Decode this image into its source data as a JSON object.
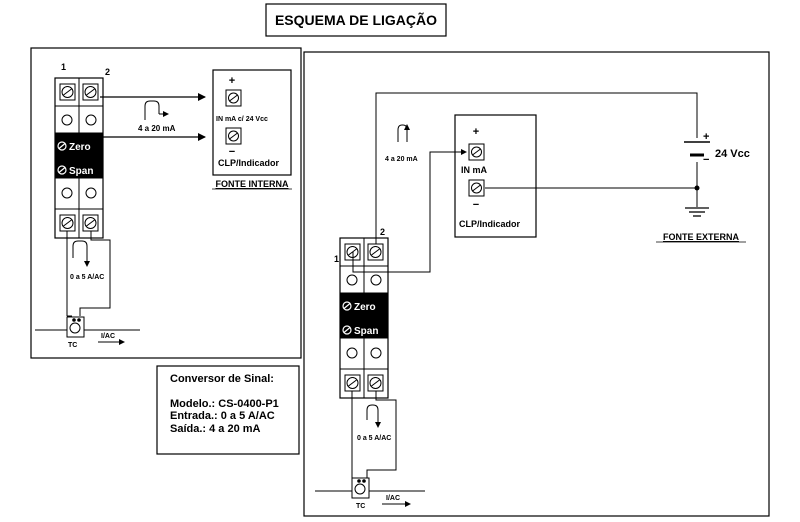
{
  "title": "ESQUEMA DE LIGAÇÃO",
  "terminals": {
    "t1": "1",
    "t2": "2"
  },
  "module": {
    "zero": "Zero",
    "span": "Span"
  },
  "internal": {
    "plus": "+",
    "input_label": "IN mA c/ 24 Vcc",
    "minus": "−",
    "device": "CLP/Indicador",
    "caption": "FONTE INTERNA",
    "out_current": "4 a 20 mA",
    "in_current": "0 a 5 A/AC",
    "tc_label": "TC",
    "iac_label": "I/AC"
  },
  "external": {
    "plus": "+",
    "input_label": "IN mA",
    "minus": "−",
    "device": "CLP/Indicador",
    "caption": "FONTE EXTERNA",
    "out_current": "4 a 20 mA",
    "supply_plus": "+",
    "supply_minus": "−",
    "supply": "24 Vcc",
    "in_current": "0 a 5 A/AC",
    "tc_label": "TC",
    "iac_label": "I/AC"
  },
  "spec": {
    "heading": "Conversor de Sinal:",
    "model": "Modelo.: CS-0400-P1",
    "input": "Entrada.: 0 a 5 A/AC",
    "output": "Saída.: 4 a 20 mA"
  }
}
